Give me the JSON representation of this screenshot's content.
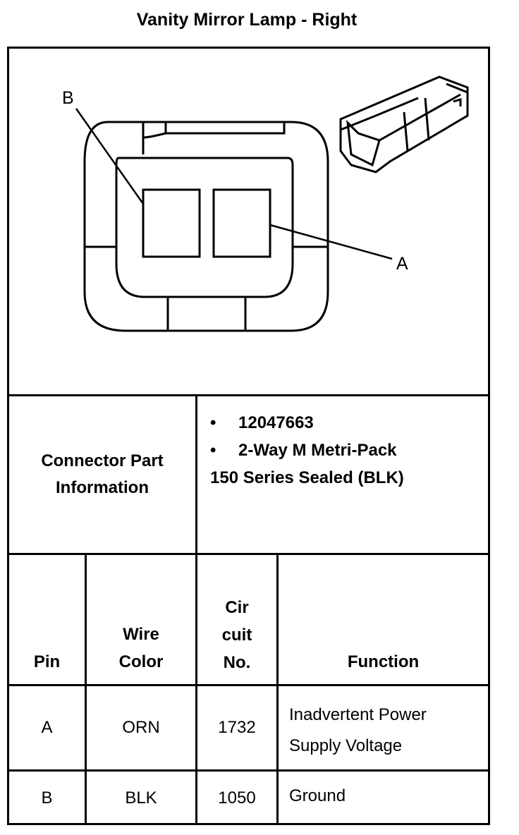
{
  "title": "Vanity Mirror Lamp - Right",
  "diagram": {
    "label_a": "A",
    "label_b": "B"
  },
  "connector_info": {
    "label_line1": "Connector Part",
    "label_line2": "Information",
    "bullets": [
      "12047663",
      "2-Way M Metri-Pack"
    ],
    "continuation": "150 Series Sealed (BLK)"
  },
  "table": {
    "headers": {
      "pin": "Pin",
      "wire_color_1": "Wire",
      "wire_color_2": "Color",
      "circuit_1": "Cir",
      "circuit_2": "cuit",
      "circuit_3": "No.",
      "function": "Function"
    },
    "rows": [
      {
        "pin": "A",
        "wire_color": "ORN",
        "circuit": "1732",
        "function_1": "Inadvertent Power",
        "function_2": "Supply Voltage"
      },
      {
        "pin": "B",
        "wire_color": "BLK",
        "circuit": "1050",
        "function_1": "Ground",
        "function_2": ""
      }
    ]
  }
}
